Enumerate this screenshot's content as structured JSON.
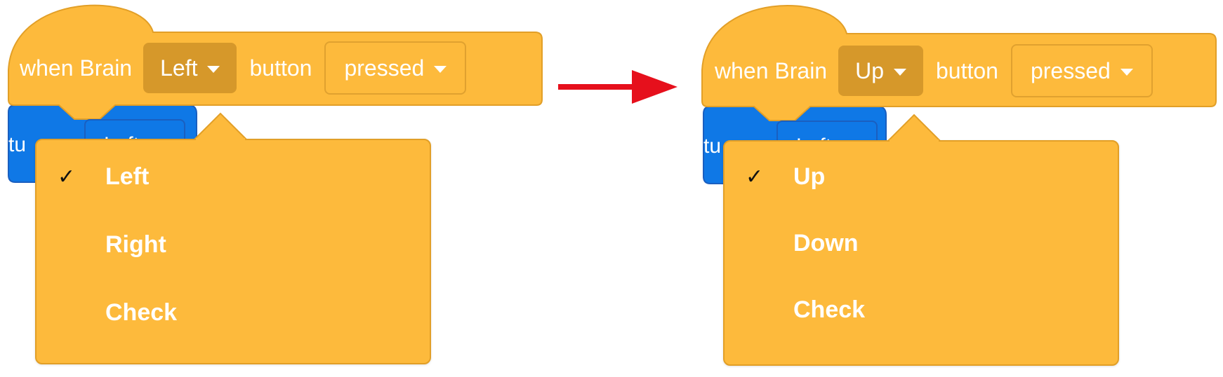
{
  "colors": {
    "event_block": "#fdba3c",
    "event_border": "#e29f27",
    "selected_dropdown": "#d6982a",
    "motion_block": "#0f78e6",
    "arrow": "#e6101c",
    "check": "#111111"
  },
  "before": {
    "hat_block": {
      "prefix": "when Brain",
      "key_value": "Left",
      "middle": "button",
      "event_value": "pressed"
    },
    "motion_block": {
      "text": "tu",
      "dropdown_value": "Left"
    },
    "menu": {
      "items": [
        {
          "label": "Left",
          "checked": true
        },
        {
          "label": "Right",
          "checked": false
        },
        {
          "label": "Check",
          "checked": false
        }
      ]
    }
  },
  "arrow": {
    "icon": "red-right-arrow-icon"
  },
  "after": {
    "hat_block": {
      "prefix": "when Brain",
      "key_value": "Up",
      "middle": "button",
      "event_value": "pressed"
    },
    "motion_block": {
      "text": "tu",
      "dropdown_value": "Left"
    },
    "menu": {
      "items": [
        {
          "label": "Up",
          "checked": true
        },
        {
          "label": "Down",
          "checked": false
        },
        {
          "label": "Check",
          "checked": false
        }
      ]
    }
  },
  "check_glyph": "✓"
}
